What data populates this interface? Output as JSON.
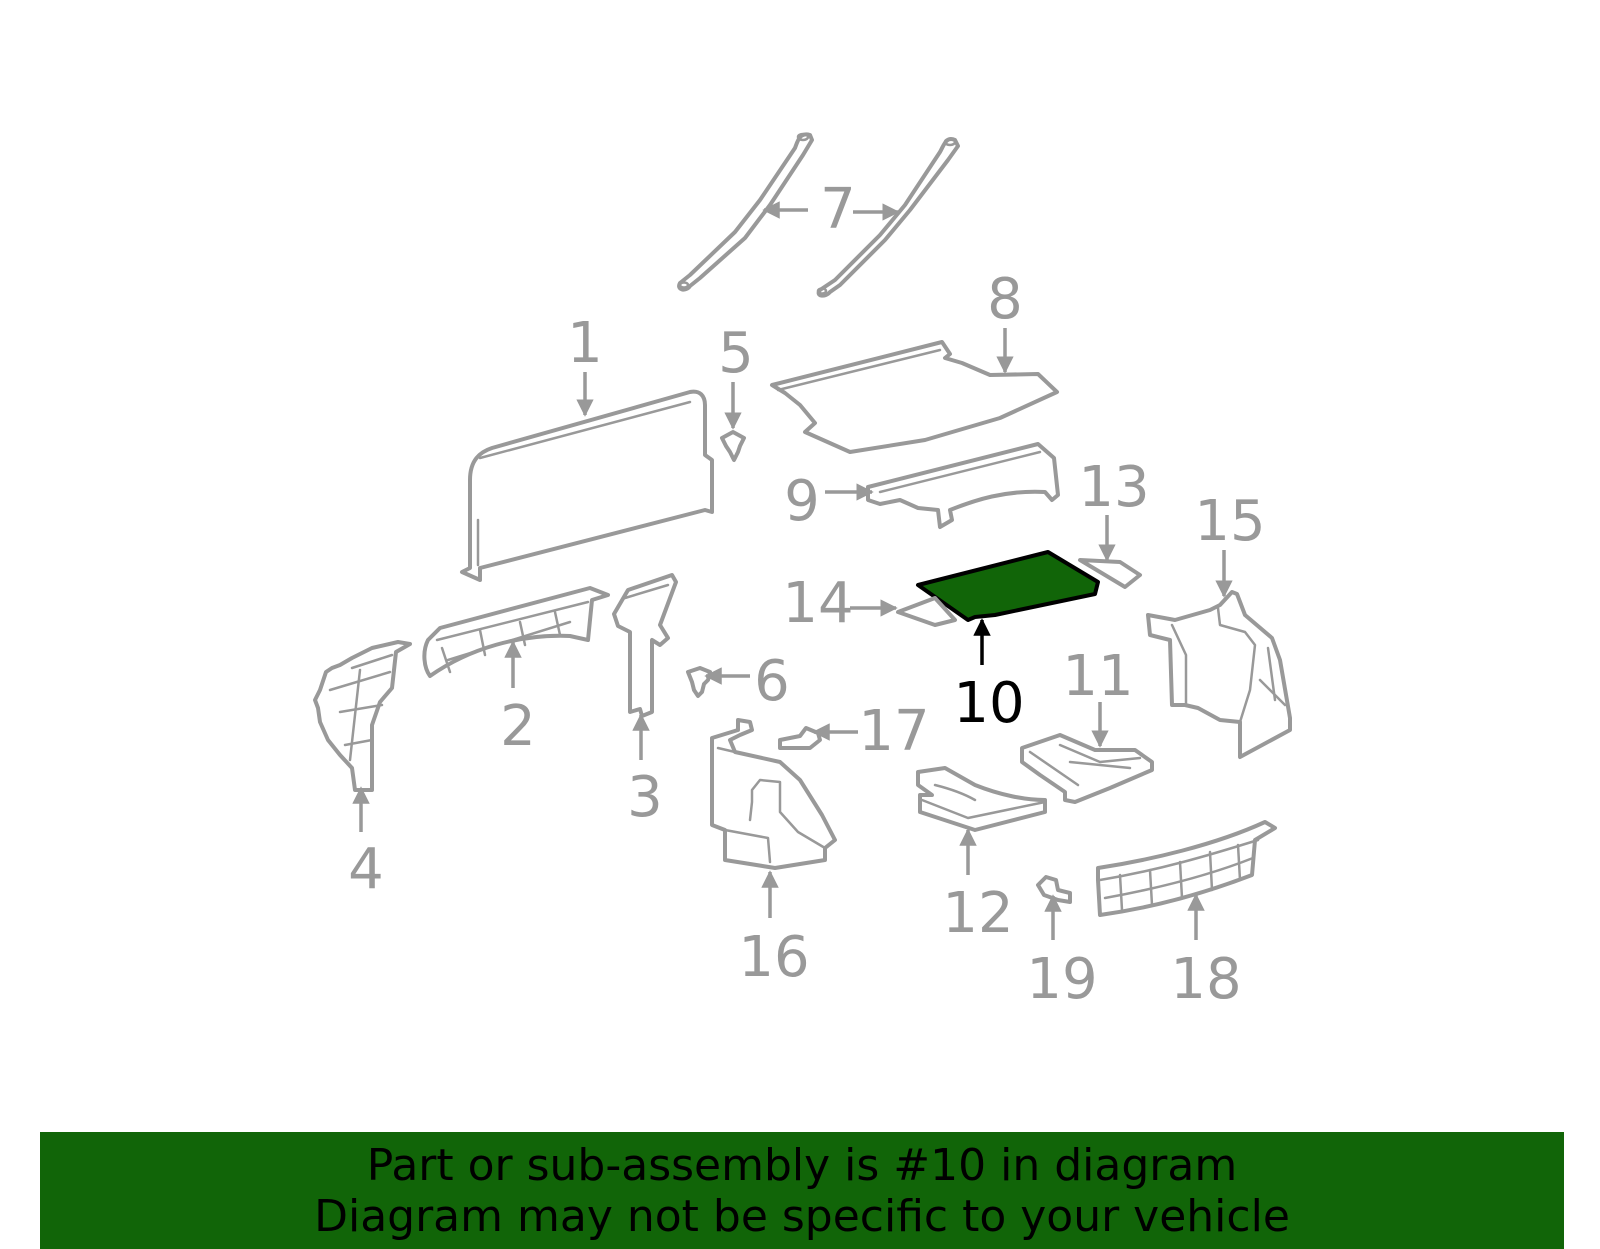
{
  "colors": {
    "highlight_fill": "#116508",
    "banner_background": "#116508",
    "part_stroke": "#999999",
    "highlight_stroke": "#000000"
  },
  "callouts": {
    "1": "1",
    "2": "2",
    "3": "3",
    "4": "4",
    "5": "5",
    "6": "6",
    "7": "7",
    "8": "8",
    "9": "9",
    "10": "10",
    "11": "11",
    "12": "12",
    "13": "13",
    "14": "14",
    "15": "15",
    "16": "16",
    "17": "17",
    "18": "18",
    "19": "19"
  },
  "highlighted_part": "10",
  "banner": {
    "line1": "Part or sub-assembly is #10 in diagram",
    "line2": "Diagram may not be specific to your vehicle"
  }
}
